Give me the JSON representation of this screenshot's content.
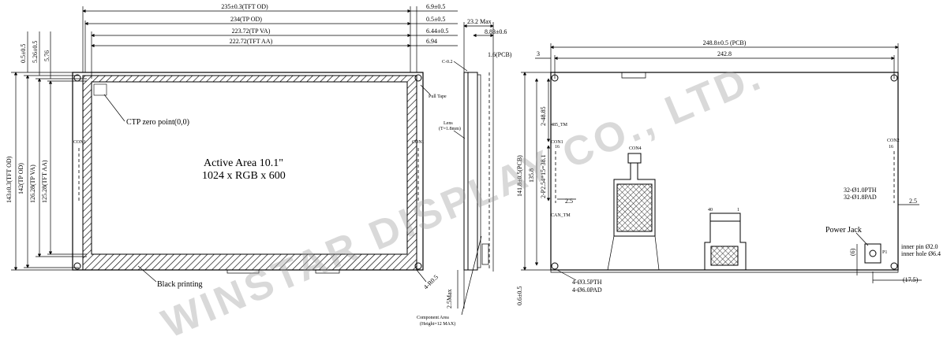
{
  "front": {
    "dim_tft_od": "235±0.3(TFT OD)",
    "dim_tp_od": "234(TP OD)",
    "dim_tp_va": "223.72(TP VA)",
    "dim_tft_aa": "222.72(TFT AA)",
    "dim_69": "6.9±0.5",
    "dim_05": "0.5±0.5",
    "dim_644": "6.44±0.5",
    "dim_694": "6.94",
    "left_05": "0.5±0.5",
    "left_526": "5.26±0.5",
    "left_576": "5.76",
    "v_tft_od": "143±0.3(TFT OD)",
    "v_tp_od": "142(TP OD)",
    "v_tp_va": "126.28(TP VA)",
    "v_tft_aa": "125.28(TFT AA)",
    "ctp_zero": "CTP  zero point(0,0)",
    "active_area": "Active Area 10.1\"",
    "resolution": "1024 x RGB x 600",
    "black_printing": "Black printing",
    "pull_tape": "Pull Tape",
    "radius": "4-R0.5",
    "con1": "CON1"
  },
  "side": {
    "dim_232": "23.2 Max",
    "dim_883": "8.83±0.6",
    "c02": "C-0.2",
    "pcb16": "1.6(PCB)",
    "lens_1": "Lens",
    "lens_2": "(T=1.8mm)",
    "max25": "2.5Max",
    "comp_1": "Component Area",
    "comp_2": "(Height=12 MAX)"
  },
  "back": {
    "dim_pcb_w": "248.8±0.5 (PCB)",
    "dim_2428": "242.8",
    "dim_3": "3",
    "v_pcb_h": "141.8±0.5(PCB)",
    "v_1358": "135.8",
    "v_4885": "2-48.85",
    "v_pitch": "2-P2.54*15=38.1",
    "dim_25a": "2.5",
    "dim_25b": "2.5",
    "label_485": "485_TM",
    "label_can": "CAN_TM",
    "con1": "CON1",
    "con2": "CON2",
    "con4": "CON4",
    "pin_16a": "16",
    "pin_16b": "16",
    "pth_1": "32-Ø1.0PTH",
    "pth_2": "32-Ø1.8PAD",
    "hole_1": "4-Ø3.5PTH",
    "hole_2": "4-Ø6.0PAD",
    "power_jack": "Power Jack",
    "pin": "inner pin Ø2.0",
    "hole": "inner hole Ø6.4",
    "dim_6": "(6)",
    "dim_175": "(17.5)",
    "dim_06": "0.6±0.5",
    "p1": "P1",
    "n40": "40",
    "n1": "1"
  },
  "watermark": "WINSTAR DISPLAY CO., LTD."
}
